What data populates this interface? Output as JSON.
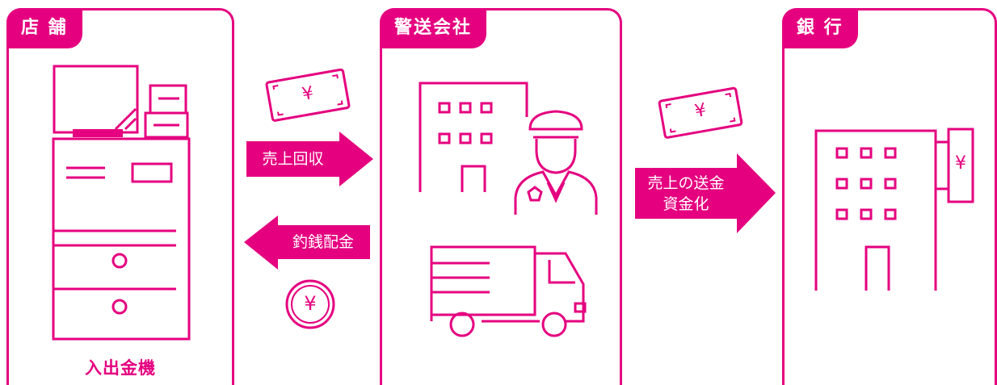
{
  "panels": {
    "store": {
      "title": "店 舗",
      "machine_caption": "入出金機"
    },
    "security": {
      "title": "警送会社"
    },
    "bank": {
      "title": "銀 行"
    }
  },
  "arrows": {
    "collect": "売上回収",
    "change": "釣銭配金",
    "transfer_line1": "売上の送金",
    "transfer_line2": "資金化"
  },
  "symbols": {
    "yen": "¥"
  },
  "colors": {
    "accent": "#e5007f",
    "background": "#ffffff"
  }
}
